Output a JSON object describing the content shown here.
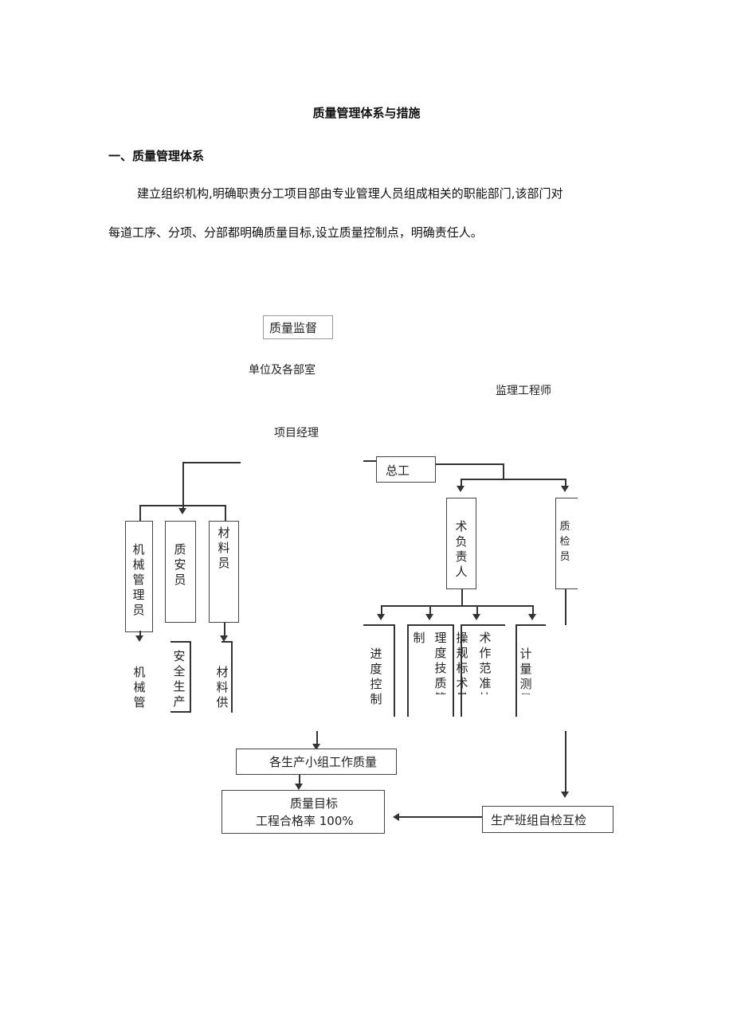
{
  "document": {
    "title": "质量管理体系与措施",
    "section_heading": "一、质量管理体系",
    "paragraph_line1": "建立组织机构,明确职责分工项目部由专业管理人员组成相关的职能部门,该部门对",
    "paragraph_line2": "每道工序、分项、分部都明确质量目标,设立质量控制点，明确责任人。"
  },
  "org_chart": {
    "quality_supervision": "质量监督",
    "supervision_units": "单位及各部室",
    "supervising_engineer": "监理工程师",
    "project_manager": "项目经理",
    "chief_engineer": "总工",
    "left_roles": {
      "machinery_manager": "机械管理员",
      "safety_officer": "质安员",
      "material_officer": "材料员"
    },
    "left_duties": {
      "machinery_management": "机械管",
      "safety_production": "安全生产",
      "material_supply": "材料供应"
    },
    "tech_lead": "术负责人",
    "quality_inspector": "质检员",
    "tech_duties": {
      "progress_control": "进度控制",
      "control": "制",
      "management_tech": "理度技质管",
      "operation_standard": "操规标术量",
      "tech_norm": "术作范准技",
      "measurement": "计量测量"
    },
    "team_quality": "各生产小组工作质量",
    "quality_target": "质量目标",
    "pass_rate": "工程合格率 100%",
    "self_check": "生产班组自检互检"
  }
}
